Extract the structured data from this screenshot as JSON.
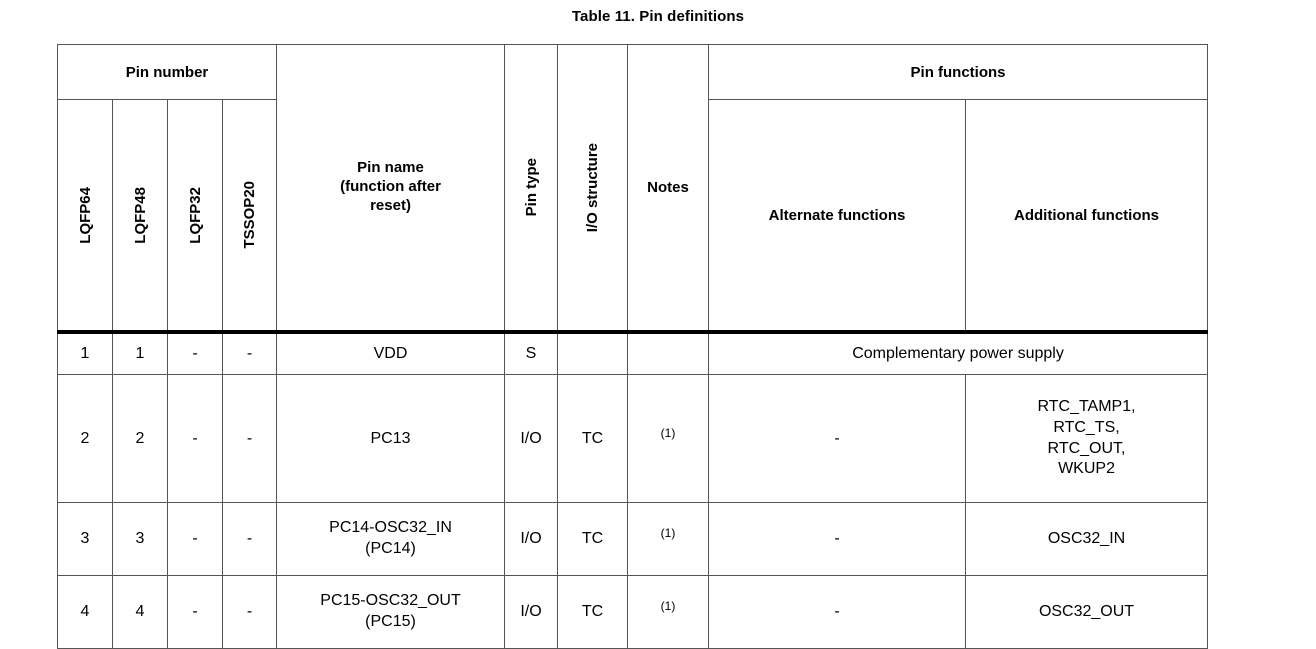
{
  "caption": "Table 11. Pin definitions",
  "header": {
    "groups": [
      {
        "label": "Pin number",
        "colspan": 4
      },
      {
        "label": "Pin functions",
        "colspan": 2
      }
    ],
    "pin_number_columns": [
      "LQFP64",
      "LQFP48",
      "LQFP32",
      "TSSOP20"
    ],
    "pin_name": "Pin name\n(function after reset)",
    "pin_name_lines": [
      "Pin name",
      "(function after",
      "reset)"
    ],
    "pin_type": "Pin type",
    "io_structure": "I/O structure",
    "notes": "Notes",
    "alternate_functions": "Alternate functions",
    "additional_functions": "Additional functions"
  },
  "rows": [
    {
      "lqfp64": "1",
      "lqfp48": "1",
      "lqfp32": "-",
      "tssop20": "-",
      "pin_name_lines": [
        "VDD"
      ],
      "pin_type": "S",
      "io_structure": "",
      "notes": "",
      "merged_functions": "Complementary power supply",
      "alternate": null,
      "additional_lines": null
    },
    {
      "lqfp64": "2",
      "lqfp48": "2",
      "lqfp32": "-",
      "tssop20": "-",
      "pin_name_lines": [
        "PC13"
      ],
      "pin_type": "I/O",
      "io_structure": "TC",
      "notes": "(1)",
      "merged_functions": null,
      "alternate": "-",
      "additional_lines": [
        "RTC_TAMP1,",
        "RTC_TS,",
        "RTC_OUT,",
        "WKUP2"
      ]
    },
    {
      "lqfp64": "3",
      "lqfp48": "3",
      "lqfp32": "-",
      "tssop20": "-",
      "pin_name_lines": [
        "PC14-OSC32_IN",
        "(PC14)"
      ],
      "pin_type": "I/O",
      "io_structure": "TC",
      "notes": "(1)",
      "merged_functions": null,
      "alternate": "-",
      "additional_lines": [
        "OSC32_IN"
      ]
    },
    {
      "lqfp64": "4",
      "lqfp48": "4",
      "lqfp32": "-",
      "tssop20": "-",
      "pin_name_lines": [
        "PC15-OSC32_OUT",
        "(PC15)"
      ],
      "pin_type": "I/O",
      "io_structure": "TC",
      "notes": "(1)",
      "merged_functions": null,
      "alternate": "-",
      "additional_lines": [
        "OSC32_OUT"
      ]
    }
  ],
  "colors": {
    "text": "#000000",
    "grid": "#555555",
    "header_rule": "#000000",
    "background": "#ffffff"
  }
}
